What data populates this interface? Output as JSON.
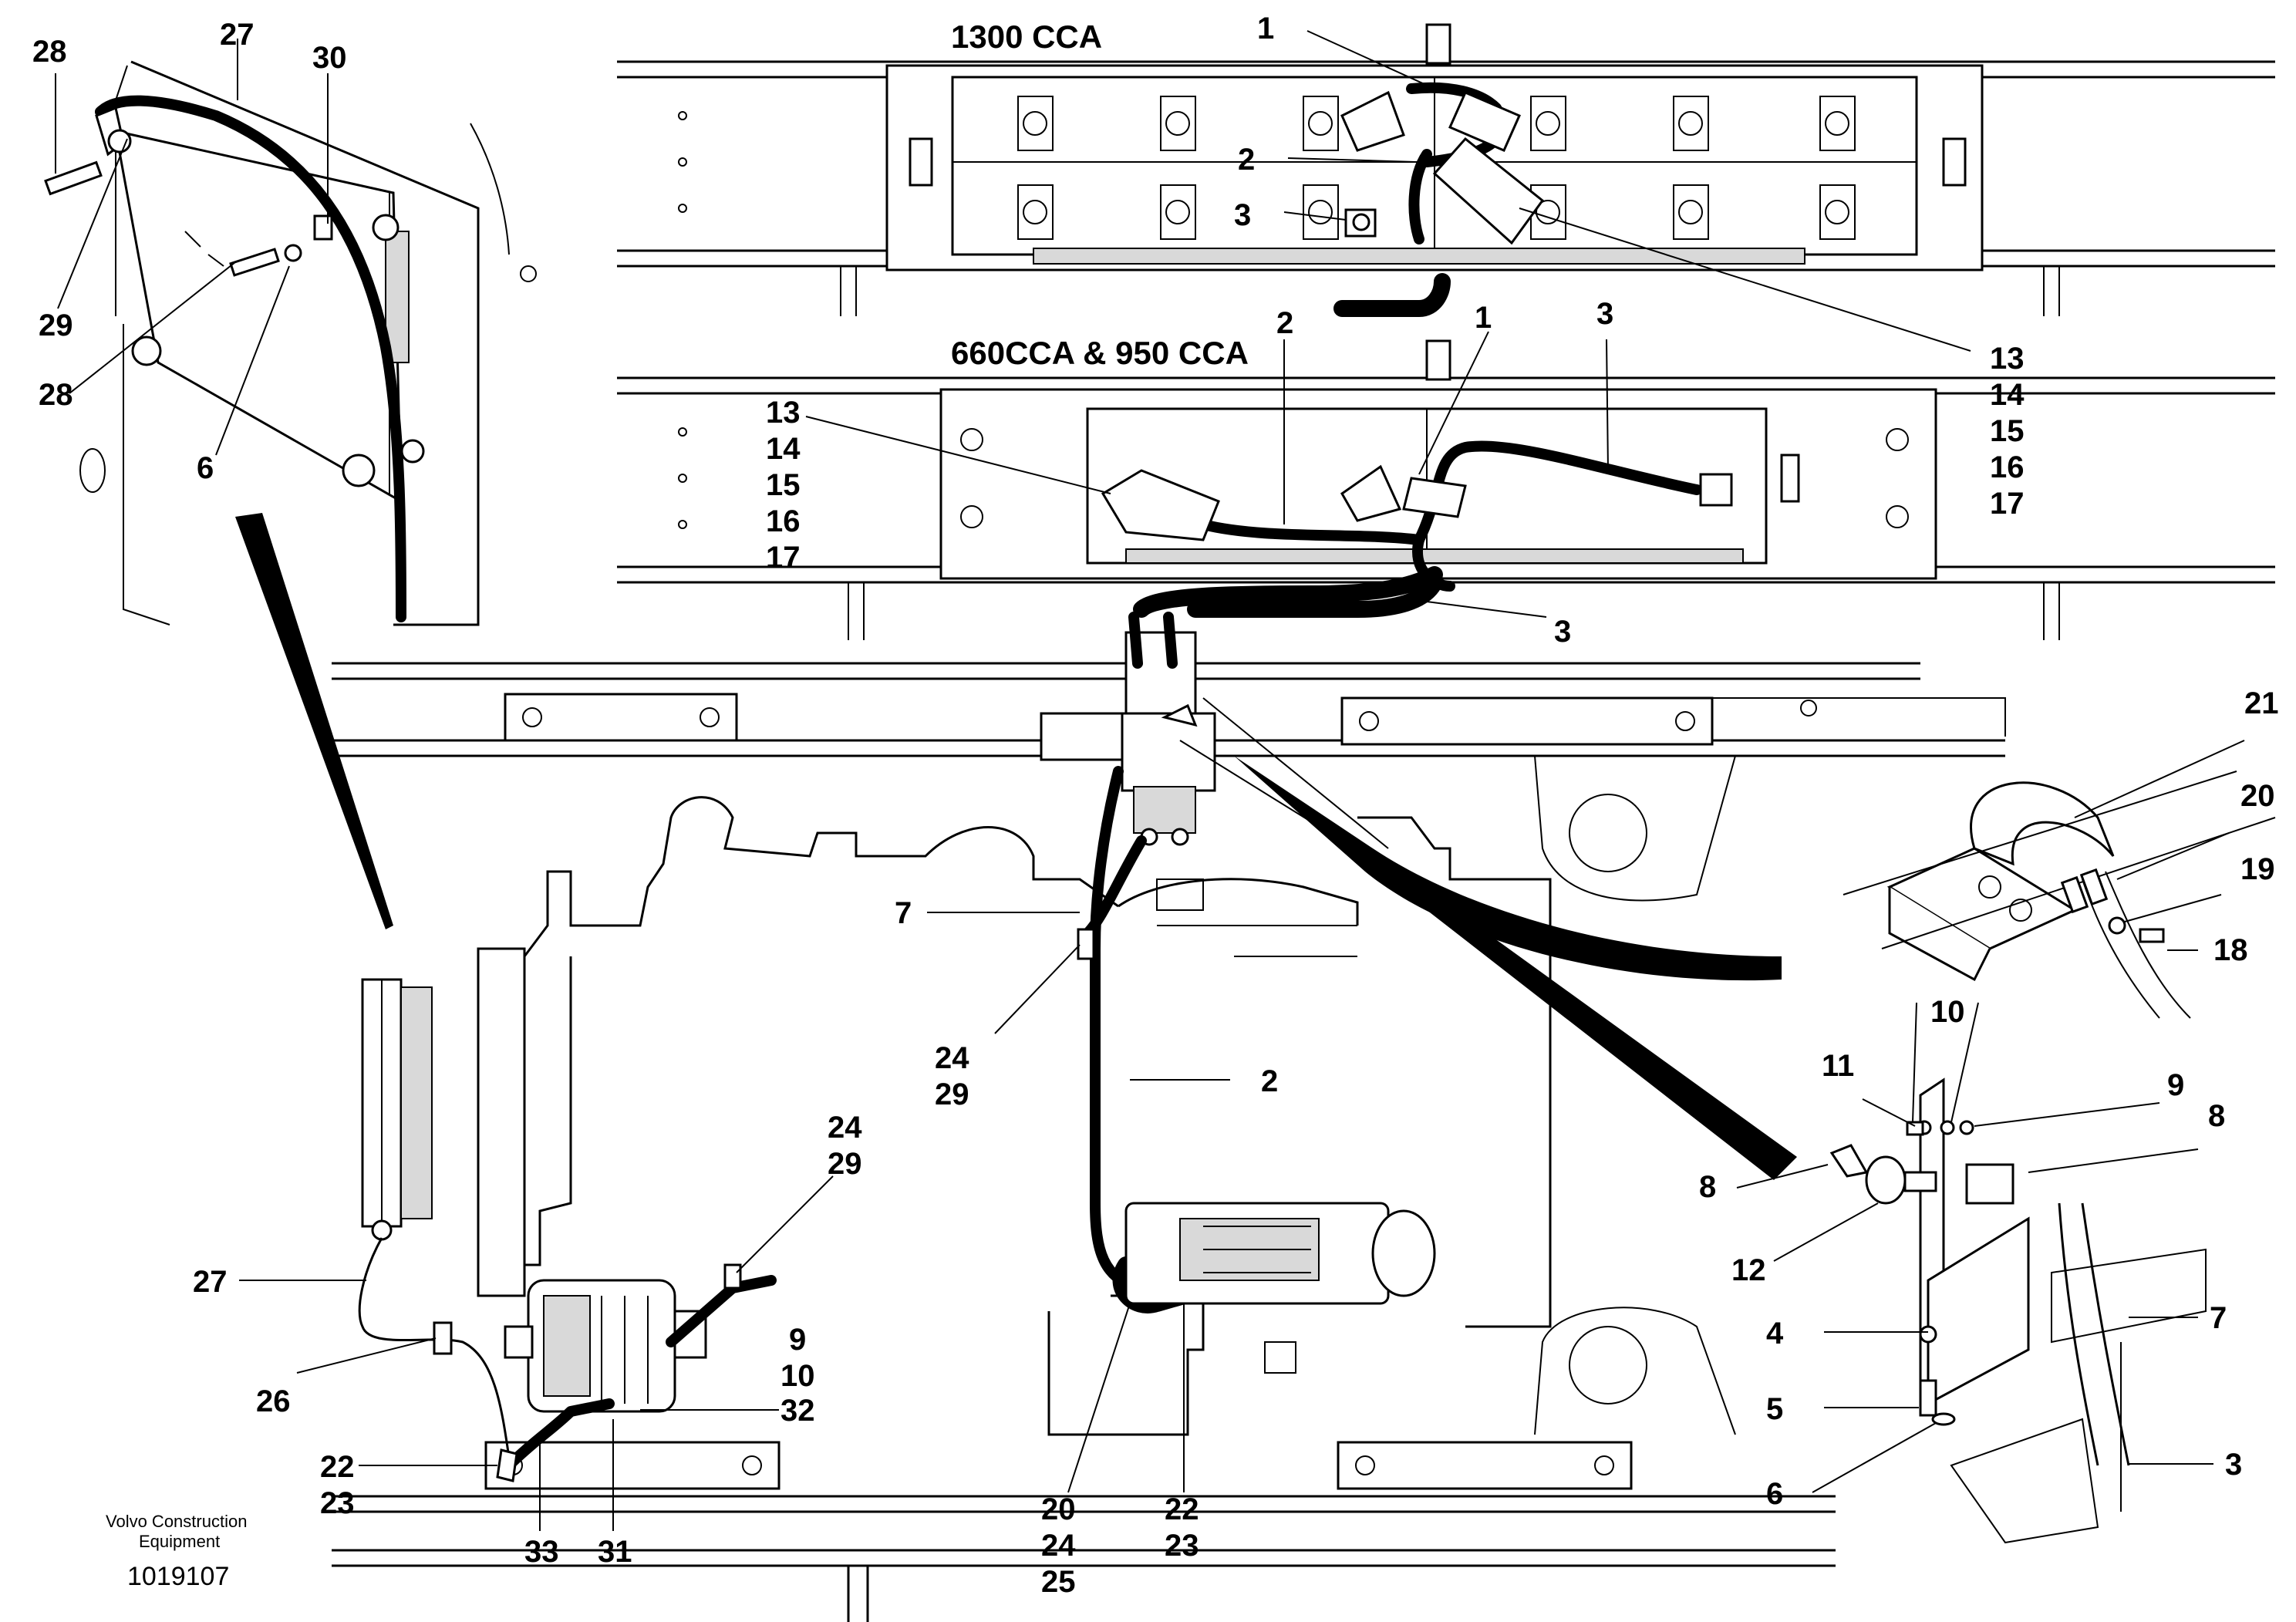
{
  "titles": {
    "upper_variant": "1300 CCA",
    "lower_variant": "660CCA & 950 CCA"
  },
  "footer": {
    "company_line1": "Volvo Construction",
    "company_line2": "Equipment",
    "figure_number": "1019107"
  },
  "callouts": {
    "tl_28a": "28",
    "tl_27": "27",
    "tl_30": "30",
    "tl_29": "29",
    "tl_28b": "28",
    "tl_6": "6",
    "u_1": "1",
    "u_2": "2",
    "u_3": "3",
    "u_13": "13",
    "m_2": "2",
    "m_1": "1",
    "m_3": "3",
    "m_list_left": [
      "13",
      "14",
      "15",
      "16",
      "17"
    ],
    "m_list_right": [
      "14",
      "15",
      "16",
      "17"
    ],
    "c_3": "3",
    "r_21": "21",
    "r_20": "20",
    "r_19": "19",
    "r_18": "18",
    "c_7": "7",
    "c_24a": "24",
    "c_29a": "29",
    "c_2": "2",
    "c_24b": "24",
    "c_29b": "29",
    "l_27": "27",
    "l_26": "26",
    "alt_9": "9",
    "alt_10": "10",
    "alt_32": "32",
    "b_22a": "22",
    "b_23a": "23",
    "b_33": "33",
    "b_31": "31",
    "b_20": "20",
    "b_24": "24",
    "b_25": "25",
    "b_22b": "22",
    "b_23b": "23",
    "br_10": "10",
    "br_11": "11",
    "br_9": "9",
    "br_8a": "8",
    "br_8b": "8",
    "br_12": "12",
    "br_4": "4",
    "br_7": "7",
    "br_5": "5",
    "br_6": "6",
    "br_3": "3"
  }
}
